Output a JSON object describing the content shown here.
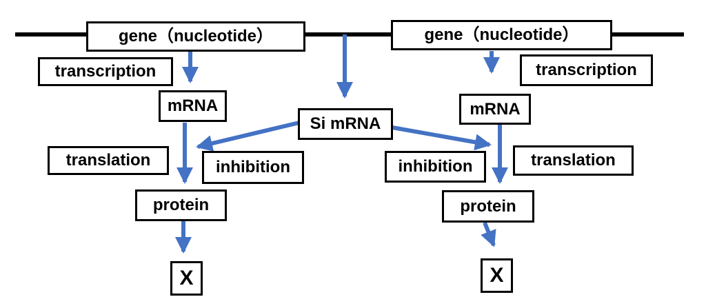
{
  "colors": {
    "arrow": "#4472C4",
    "box_border": "#000000",
    "text": "#000000",
    "dna_line": "#000000"
  },
  "left": {
    "gene": "gene（nucleotide）",
    "transcription": "transcription",
    "mrna": "mRNA",
    "translation": "translation",
    "inhibition": "inhibition",
    "protein": "protein",
    "result": "X"
  },
  "center": {
    "simrna": "Si mRNA"
  },
  "right": {
    "gene": "gene（nucleotide）",
    "transcription": "transcription",
    "mrna": "mRNA",
    "translation": "translation",
    "inhibition": "inhibition",
    "protein": "protein",
    "result": "X"
  }
}
